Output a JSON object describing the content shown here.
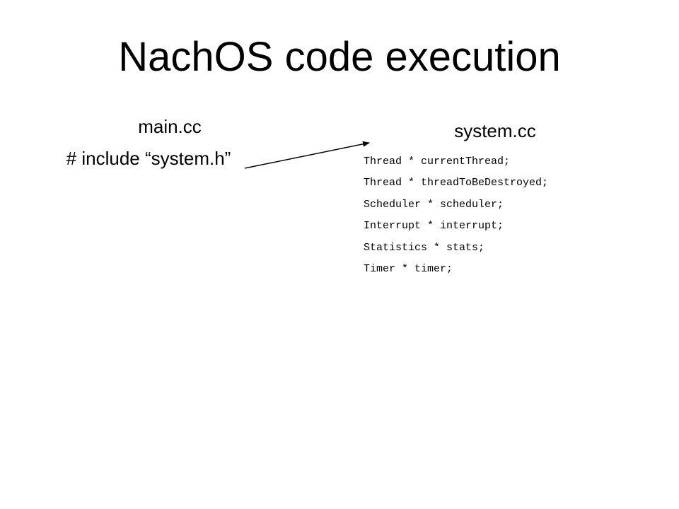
{
  "slide": {
    "title": "NachOS code execution"
  },
  "left_column": {
    "heading": "main.cc",
    "include_line": "# include “system.h”"
  },
  "right_column": {
    "heading": "system.cc",
    "code_lines": [
      "Thread * currentThread;",
      "Thread * threadToBeDestroyed;",
      "Scheduler * scheduler;",
      "Interrupt * interrupt;",
      "Statistics * stats;",
      "Timer * timer;"
    ]
  },
  "colors": {
    "text": "#000000",
    "background": "#ffffff"
  }
}
